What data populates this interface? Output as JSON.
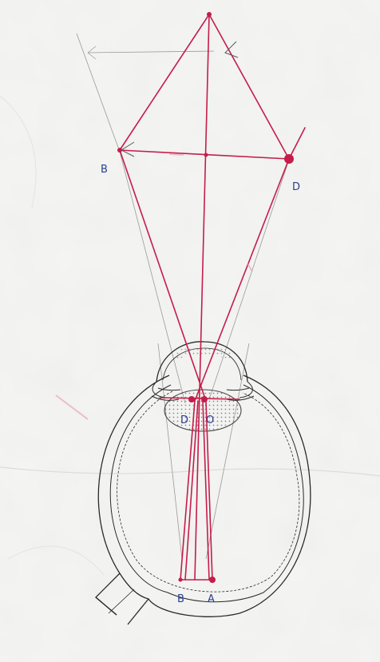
{
  "labels": {
    "point_b_top": "B",
    "point_d_top": "D",
    "point_d_mid": "D",
    "point_o_mid": "O",
    "point_b_bottom": "B",
    "point_a_bottom": "A"
  },
  "colors": {
    "ink_red": "#c41d4a",
    "pencil": "#5a5a5a",
    "outline": "#2a2a2a",
    "label_blue": "#2b3f8f",
    "paper": "#f4f4f2"
  }
}
